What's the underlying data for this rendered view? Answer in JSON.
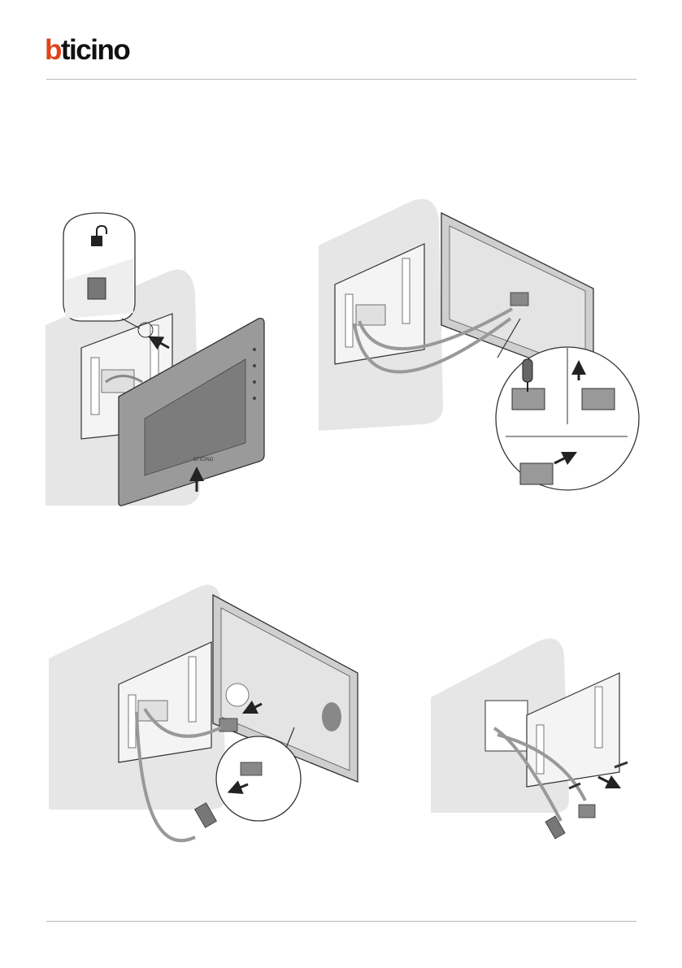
{
  "header": {
    "brand_letter": "b",
    "brand_rest": "ticino",
    "brand_color": "#e2421a"
  },
  "device": {
    "screen_label": "BTICINO"
  },
  "illustrations": [
    {
      "step": "detach-monitor",
      "icons": [
        "unlock-icon",
        "arrow-up-icon",
        "arrow-back-icon"
      ]
    },
    {
      "step": "unplug-terminal-block",
      "icons": [
        "screwdriver-icon",
        "arrow-up-icon",
        "arrow-right-icon"
      ]
    },
    {
      "step": "unplug-connector",
      "icons": [
        "arrow-left-icon"
      ]
    },
    {
      "step": "remove-wall-bracket",
      "icons": [
        "screw-icon",
        "arrow-down-right-icon"
      ]
    }
  ]
}
